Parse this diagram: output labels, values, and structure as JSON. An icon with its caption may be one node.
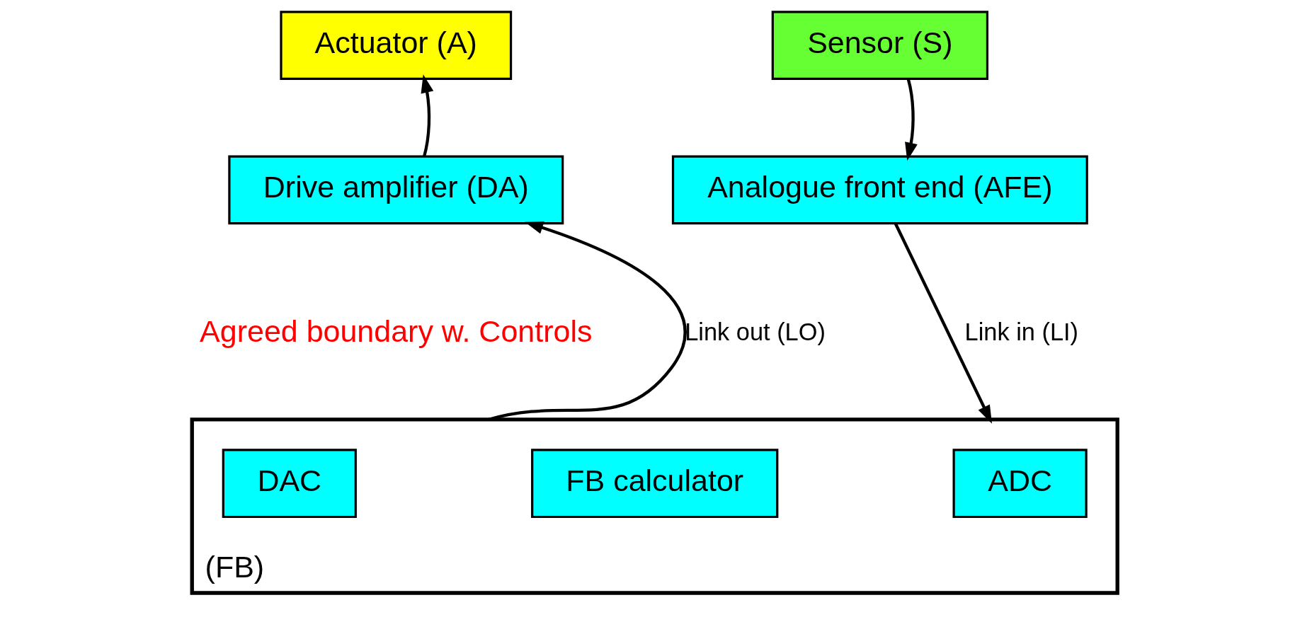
{
  "diagram": {
    "nodes": [
      {
        "text": [
          "Actuator (A)"
        ]
      },
      {
        "text": [
          "Sensor (S)"
        ]
      },
      {
        "text": [
          "Drive amplifier (DA)"
        ]
      },
      {
        "text": [
          "Analogue front end (AFE)"
        ]
      },
      {
        "text": [
          "(FB)"
        ]
      },
      {
        "text": [
          "DAC"
        ],
        "in": 4
      },
      {
        "text": [
          "FB calculator"
        ],
        "in": 4
      },
      {
        "text": [
          "ADC"
        ],
        "in": 4
      }
    ],
    "edges": [
      {
        "from": 2,
        "to": 0,
        "arrow": "to"
      },
      {
        "from": 1,
        "to": 3,
        "arrow": "to"
      },
      {
        "from": 4,
        "to": 2,
        "arrow": "to",
        "label": "Link out (LO)"
      },
      {
        "from": 3,
        "to": 4,
        "arrow": "to",
        "label": "Link in (LI)"
      }
    ],
    "labels": [
      "Agreed boundary w. Controls"
    ]
  }
}
